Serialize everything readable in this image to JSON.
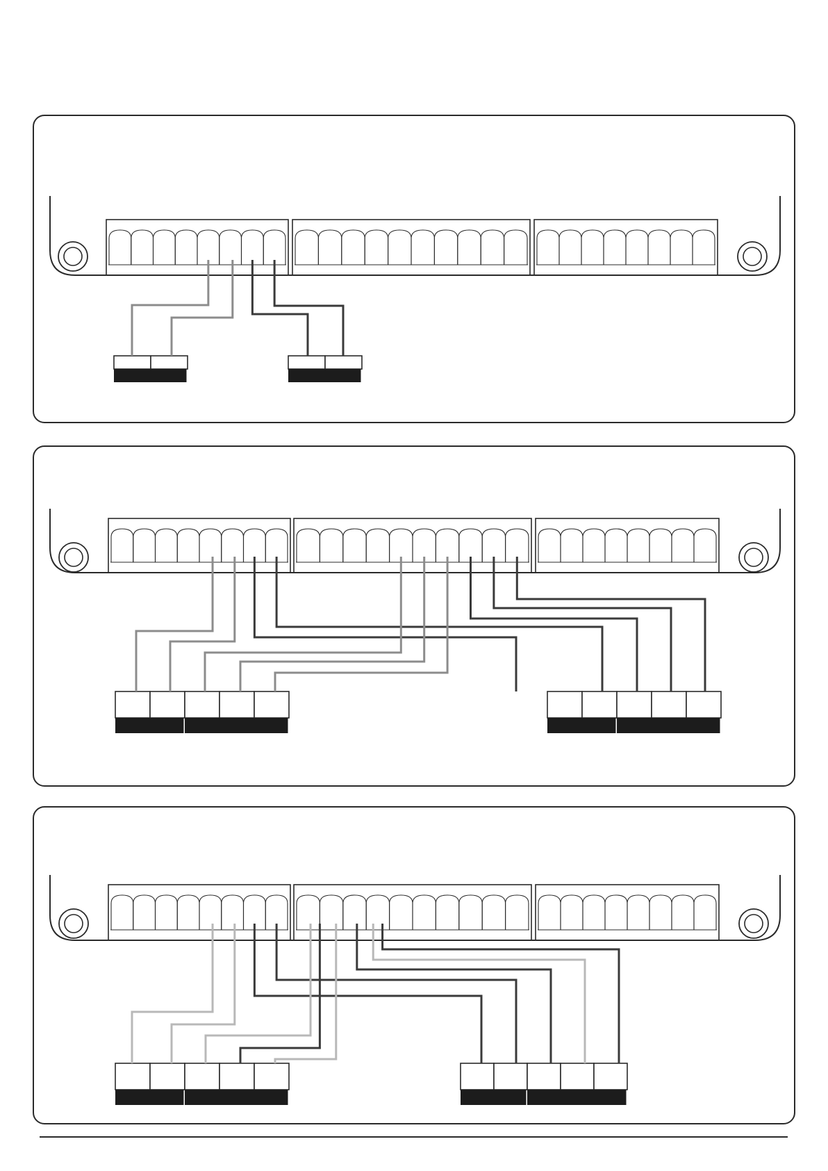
{
  "colors": {
    "outline": "#2a2a2a",
    "wire_dark": "#3a3a3a",
    "wire_mid": "#8c8c8c",
    "wire_light": "#b8b8b8",
    "terminal_bar": "#1c1c1c"
  },
  "panels": [
    {
      "name": "panel-1",
      "blocks": [
        8,
        10,
        8
      ],
      "taps": [
        {
          "block": 0,
          "pin": 4.5,
          "color": "mid"
        },
        {
          "block": 0,
          "pin": 5.6,
          "color": "mid"
        },
        {
          "block": 0,
          "pin": 6.5,
          "color": "dark"
        },
        {
          "block": 0,
          "pin": 7.5,
          "color": "dark"
        }
      ],
      "terminal_groups": [
        {
          "name": "terminal-group-left",
          "cells": 2,
          "segments": [
            2
          ]
        },
        {
          "name": "terminal-group-right",
          "cells": 2,
          "segments": [
            2
          ]
        }
      ]
    },
    {
      "name": "panel-2",
      "blocks": [
        8,
        10,
        8
      ],
      "taps": [
        {
          "block": 0,
          "pin": 4.6,
          "color": "mid"
        },
        {
          "block": 0,
          "pin": 5.6,
          "color": "mid"
        },
        {
          "block": 0,
          "pin": 6.5,
          "color": "dark"
        },
        {
          "block": 0,
          "pin": 7.5,
          "color": "dark"
        },
        {
          "block": 1,
          "pin": 4.5,
          "color": "mid"
        },
        {
          "block": 1,
          "pin": 5.5,
          "color": "mid"
        },
        {
          "block": 1,
          "pin": 6.5,
          "color": "mid"
        },
        {
          "block": 1,
          "pin": 7.5,
          "color": "dark"
        },
        {
          "block": 1,
          "pin": 8.5,
          "color": "dark"
        },
        {
          "block": 1,
          "pin": 9.5,
          "color": "dark"
        }
      ],
      "terminal_groups": [
        {
          "name": "terminal-group-left",
          "cells": 5,
          "segments": [
            2,
            3
          ]
        },
        {
          "name": "terminal-group-right",
          "cells": 5,
          "segments": [
            2,
            3
          ]
        }
      ]
    },
    {
      "name": "panel-3",
      "blocks": [
        8,
        10,
        8
      ],
      "taps": [
        {
          "block": 0,
          "pin": 4.6,
          "color": "light"
        },
        {
          "block": 0,
          "pin": 5.6,
          "color": "light"
        },
        {
          "block": 0,
          "pin": 6.5,
          "color": "dark"
        },
        {
          "block": 0,
          "pin": 7.5,
          "color": "dark"
        },
        {
          "block": 1,
          "pin": 0.6,
          "color": "light"
        },
        {
          "block": 1,
          "pin": 1.0,
          "color": "dark"
        },
        {
          "block": 1,
          "pin": 1.7,
          "color": "light"
        },
        {
          "block": 1,
          "pin": 2.6,
          "color": "dark"
        },
        {
          "block": 1,
          "pin": 3.3,
          "color": "light"
        },
        {
          "block": 1,
          "pin": 3.7,
          "color": "dark"
        }
      ],
      "terminal_groups": [
        {
          "name": "terminal-group-left",
          "cells": 5,
          "segments": [
            2,
            3
          ]
        },
        {
          "name": "terminal-group-right",
          "cells": 5,
          "segments": [
            2,
            3
          ]
        }
      ]
    }
  ]
}
